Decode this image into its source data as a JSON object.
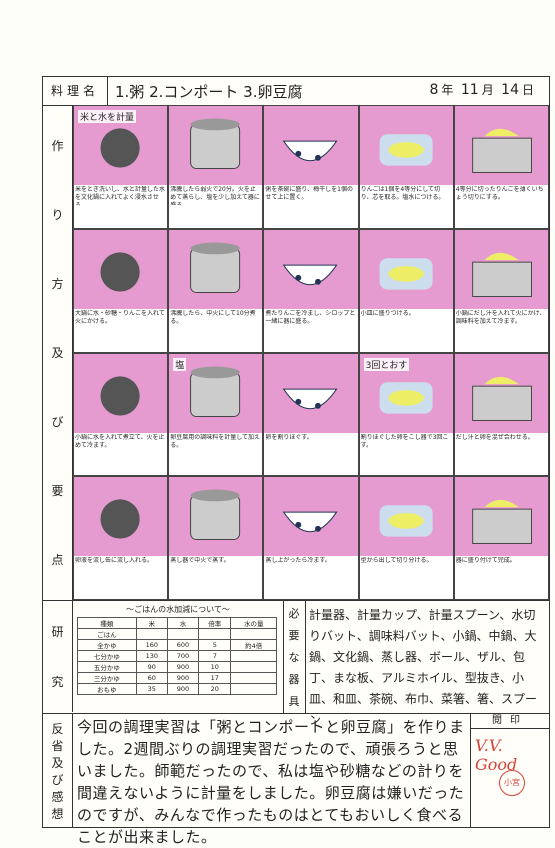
{
  "header": {
    "label": "料理名",
    "dishes": "1.粥  2.コンポート  3.卵豆腐",
    "year": "8",
    "year_unit": "年",
    "month": "11",
    "month_unit": "月",
    "day": "14",
    "day_unit": "日"
  },
  "side_labels": {
    "method": "作り方及び要点",
    "research": "研究",
    "tools": "必要な器具",
    "reflection": "反省及び感想"
  },
  "steps": [
    {
      "label": "米と水を計量",
      "caption": "米をとぎ洗いし、水と計量した水を文化鍋に入れてよく浸水させる。"
    },
    {
      "caption": "沸騰したら弱火で20分。火を止めて蒸らし、塩を少し加えて器に盛る。"
    },
    {
      "caption": "粥を茶碗に盛り、梅干しを1個のせて上に置く。"
    },
    {
      "caption": "りんごは1個を4等分にして切り、芯を取る。塩水につける。"
    },
    {
      "caption": "4等分に切ったりんごを薄くいちょう切りにする。"
    },
    {
      "caption": "大鍋に水・砂糖・りんごを入れて火にかける。"
    },
    {
      "caption": "沸騰したら、中火にして10分煮る。"
    },
    {
      "caption": "煮たりんごを冷まし、シロップと一緒に器に盛る。"
    },
    {
      "caption": "小皿に盛りつける。"
    },
    {
      "caption": "小鍋にだし汁を入れて火にかけ、調味料を加えて冷ます。"
    },
    {
      "caption": "小鍋に水を入れて煮立て、火を止めて冷ます。"
    },
    {
      "label": "塩",
      "caption": "卵豆腐用の調味料を計量して加える。"
    },
    {
      "caption": "卵を割りほぐす。"
    },
    {
      "label": "3回とおす",
      "caption": "割りほぐした卵をこし器で3回こす。"
    },
    {
      "caption": "だし汁と卵を混ぜ合わせる。"
    },
    {
      "caption": "卵液を流し缶に流し入れる。"
    },
    {
      "caption": "蒸し器で中火で蒸す。"
    },
    {
      "caption": "蒸し上がったら冷ます。"
    },
    {
      "caption": "型から出して切り分ける。"
    },
    {
      "caption": "器に盛り付けて完成。"
    }
  ],
  "research": {
    "title": "〜ごはんの水加減について〜",
    "headers": [
      "種類",
      "米",
      "水",
      "倍率",
      "水の量"
    ],
    "rows": [
      [
        "ごはん",
        "",
        "",
        "",
        ""
      ],
      [
        "全かゆ",
        "160",
        "600",
        "5",
        "約4倍"
      ],
      [
        "七分かゆ",
        "130",
        "700",
        "7",
        ""
      ],
      [
        "五分かゆ",
        "90",
        "900",
        "10",
        ""
      ],
      [
        "三分かゆ",
        "60",
        "900",
        "17",
        ""
      ],
      [
        "おもゆ",
        "35",
        "900",
        "20",
        ""
      ]
    ]
  },
  "tools": "計量器、計量カップ、計量スプーン、水切りバット、調味料バット、小鍋、中鍋、大鍋、文化鍋、蒸し器、ボール、ザル、包丁、まな板、アルミホイル、型抜き、小皿、和皿、茶碗、布巾、菜箸、箸、スプーン",
  "reflection": "今回の調理実習は「粥とコンポートと卵豆腐」を作りました。2週間ぶりの調理実習だったので、頑張ろうと思いました。師範だったので、私は塩や砂糖などの計りを間違えないように計量をしました。卵豆腐は嫌いだったのですが、みんなで作ったものはとてもおいしく食べることが出来ました。",
  "stamp": {
    "label": "閲印",
    "comment": "V.V. Good",
    "seal": "小宮"
  },
  "colors": {
    "pink": "#e69bd0",
    "stamp_red": "#d4443b"
  }
}
